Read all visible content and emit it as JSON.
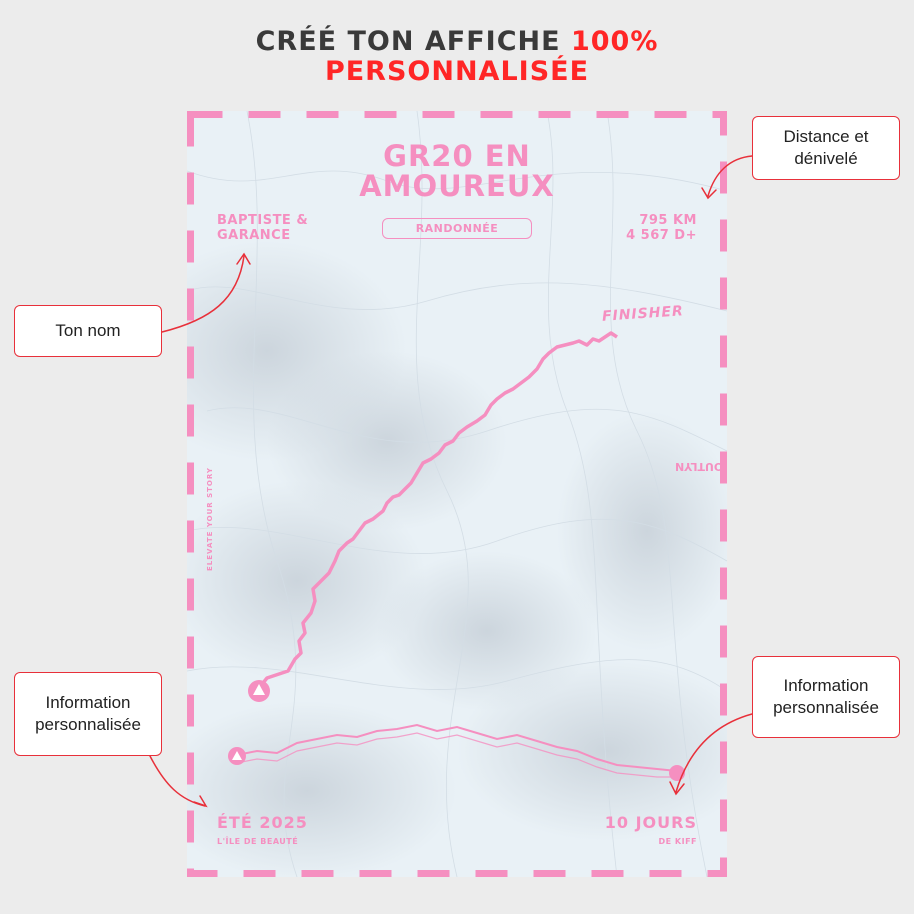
{
  "header": {
    "line1_main": "CRÉÉ TON AFFICHE",
    "line1_accent": "100%",
    "line2": "PERSONNALISÉE"
  },
  "poster": {
    "title_line1": "GR20 EN",
    "title_line2": "AMOUREUX",
    "names_line1": "BAPTISTE &",
    "names_line2": "GARANCE",
    "activity": "RANDONNÉE",
    "distance": "795 KM",
    "elevation": "4 567 D+",
    "finisher": "FINISHER",
    "vertical_left": "ELEVATE YOUR STORY",
    "vertical_right": "OUTLYN",
    "season": "ÉTÉ 2025",
    "place": "L'ÎLE DE BEAUTÉ",
    "duration": "10 JOURS",
    "duration_note": "DE KIFF"
  },
  "callouts": {
    "distance": "Distance et dénivelé",
    "name": "Ton nom",
    "info_left": "Information personnalisée",
    "info_right": "Information personnalisée"
  },
  "colors": {
    "accent_pink": "#f58fc0",
    "accent_red": "#ff2626",
    "callout_border": "#e8303a",
    "map_bg": "#e9f1f6"
  },
  "icons": {
    "start_marker": "triangle-marker-icon",
    "end_marker": "circle-marker-icon"
  }
}
